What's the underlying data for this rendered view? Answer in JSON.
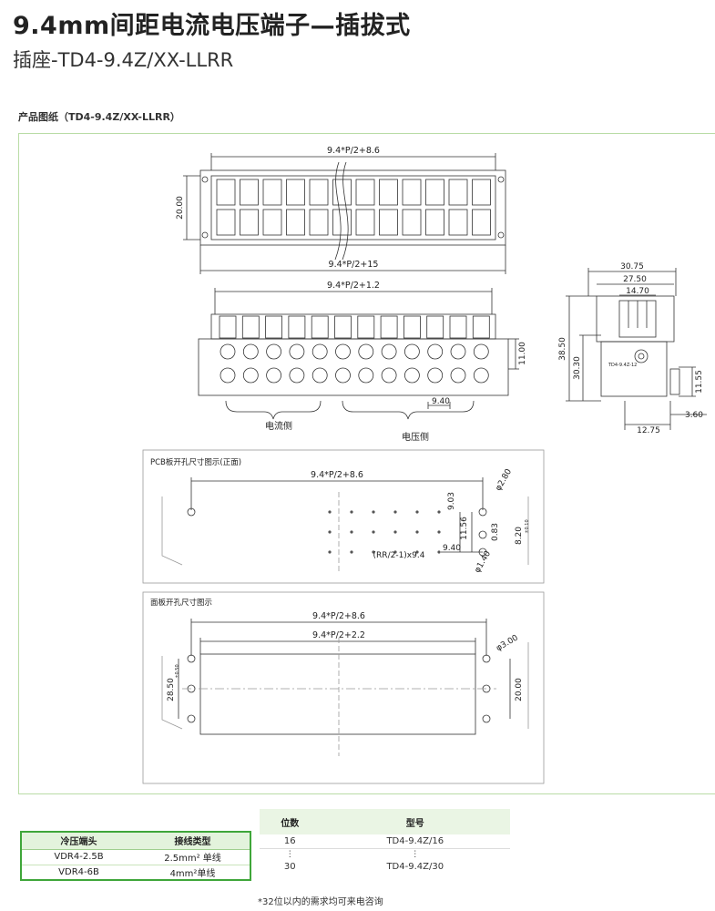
{
  "header": {
    "title": "9.4mm间距电流电压端子—插拔式",
    "subtitle": "插座-TD4-9.4Z/XX-LLRR",
    "section_title": "产品图纸（TD4-9.4Z/XX-LLRR）"
  },
  "drawing": {
    "top_view": {
      "dim_top": "9.4*P/2+8.6",
      "dim_bottom": "9.4*P/2+15",
      "dim_height": "20.00"
    },
    "front_view": {
      "dim_top": "9.4*P/2+1.2",
      "dim_right": "11.00",
      "dim_pitch": "9.40",
      "label_current": "电流侧",
      "label_voltage": "电压侧"
    },
    "side_view": {
      "dim_3075": "30.75",
      "dim_2750": "27.50",
      "dim_1470": "14.70",
      "dim_3850": "38.50",
      "dim_3030": "30.30",
      "dim_1155": "11.55",
      "dim_1275": "12.75",
      "dim_360": "3.60",
      "part_label": "TD4-9.4Z-12"
    },
    "pcb": {
      "title": "PCB板开孔尺寸图示(正面)",
      "dim_top": "9.4*P/2+8.6",
      "dim_903": "9.03",
      "dim_1156": "11.56",
      "dim_083": "0.83",
      "dim_280": "φ2.80",
      "dim_820": "8.20",
      "dim_820_tol": "±0.10",
      "dim_940": "9.40",
      "dim_140": "φ1.40",
      "dim_rr": "(RR/2-1)x9.4"
    },
    "panel": {
      "title": "面板开孔尺寸图示",
      "dim_top": "9.4*P/2+8.6",
      "dim_inner": "9.4*P/2+2.2",
      "dim_hole": "φ3.00",
      "dim_2850": "28.50",
      "dim_2850_tol": "±0.50",
      "dim_2000": "20.00"
    }
  },
  "table_left": {
    "headers": [
      "冷压端头",
      "接线类型"
    ],
    "rows": [
      [
        "VDR4-2.5B",
        "2.5mm² 单线"
      ],
      [
        "VDR4-6B",
        "4mm²单线"
      ]
    ]
  },
  "table_right": {
    "headers": [
      "位数",
      "型号"
    ],
    "rows": [
      [
        "16",
        "TD4-9.4Z/16"
      ],
      [
        "⋮",
        "⋮"
      ],
      [
        "30",
        "TD4-9.4Z/30"
      ]
    ]
  },
  "footnote": "*32位以内的需求均可来电咨询"
}
